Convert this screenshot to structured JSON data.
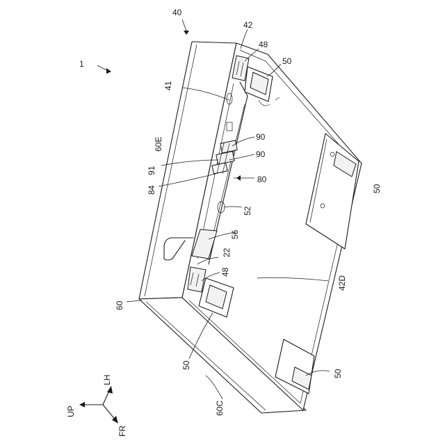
{
  "figure": {
    "ref_main": "1",
    "labels": {
      "l40": "40",
      "l42": "42",
      "l48_top": "48",
      "l50_top": "50",
      "l41": "41",
      "l60E": "60E",
      "l90_a": "90",
      "l90_b": "90",
      "l91": "91",
      "l84": "84",
      "l80": "80",
      "l50_right": "50",
      "l52": "52",
      "l56": "56",
      "l22": "22",
      "l48_bottom": "48",
      "l42D": "42D",
      "l60": "60",
      "l50_left": "50",
      "l50_bottom": "50",
      "l60C": "60C"
    },
    "directions": {
      "lh": "LH",
      "up": "UP",
      "fr": "FR"
    }
  }
}
